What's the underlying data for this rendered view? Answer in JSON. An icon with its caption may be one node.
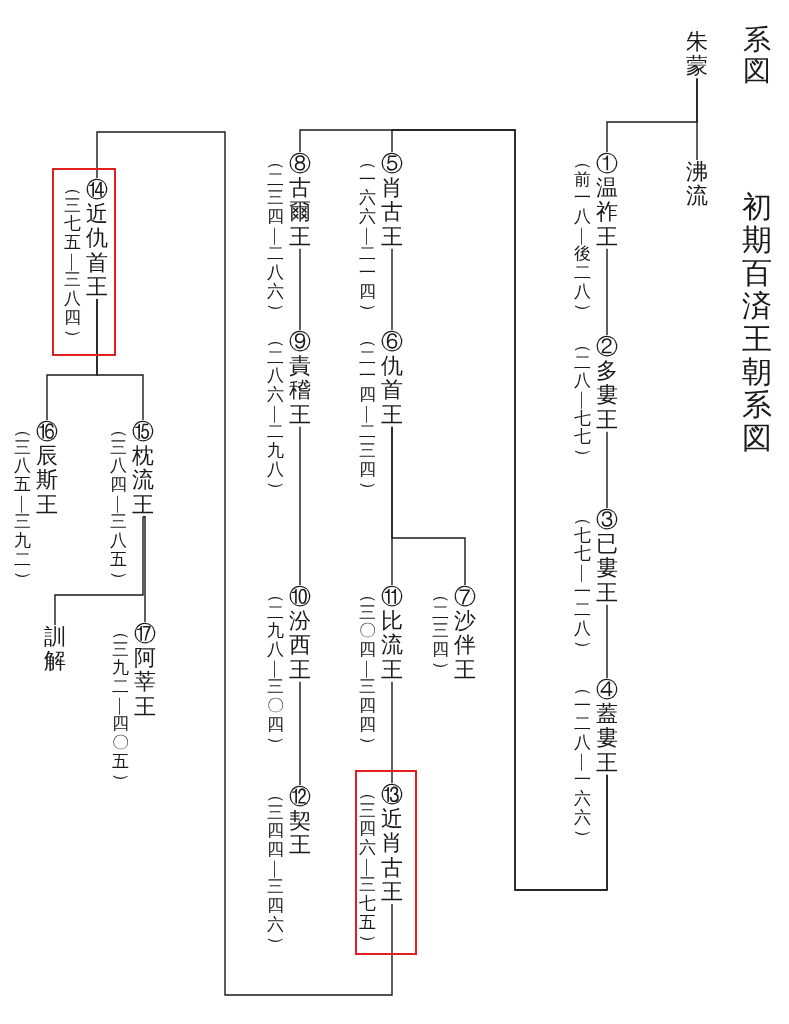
{
  "diagram": {
    "title": "初期百済王朝系図",
    "nodes": [
      {
        "text": [
          "朱蒙"
        ]
      },
      {
        "text": [
          "沸流"
        ]
      },
      {
        "text": [
          "①温祚王"
        ],
        "beside": [
          "（前一八—後二八）"
        ]
      },
      {
        "text": [
          "②多婁王"
        ],
        "beside": [
          "（二八—七七）"
        ]
      },
      {
        "text": [
          "③已婁王"
        ],
        "beside": [
          "（七七—一二八）"
        ]
      },
      {
        "text": [
          "④蓋婁王"
        ],
        "beside": [
          "（一二八—一六六）"
        ]
      },
      {
        "text": [
          "⑤肖古王"
        ],
        "beside": [
          "（一六六—二一四）"
        ]
      },
      {
        "text": [
          "⑥仇首王"
        ],
        "beside": [
          "（二一四—二三四）"
        ]
      },
      {
        "text": [
          "⑦沙伴王"
        ],
        "beside": [
          "（二三四）"
        ]
      },
      {
        "text": [
          "⑪比流王"
        ],
        "beside": [
          "（三〇四—三四四）"
        ]
      },
      {
        "text": [],
        "shape": "box"
      },
      {
        "text": [
          "⑬近肖古王"
        ],
        "beside": [
          "（三四六—三七五）"
        ],
        "in": 10
      },
      {
        "text": [
          "⑧古爾王"
        ],
        "beside": [
          "（二三四—二八六）"
        ]
      },
      {
        "text": [
          "⑨責稽王"
        ],
        "beside": [
          "（二八六—二九八）"
        ]
      },
      {
        "text": [
          "⑩汾西王"
        ],
        "beside": [
          "（二九八—三〇四）"
        ]
      },
      {
        "text": [
          "⑫契王"
        ],
        "beside": [
          "（三四四—三四六）"
        ]
      },
      {
        "text": [],
        "shape": "box"
      },
      {
        "text": [
          "⑭近仇首王"
        ],
        "beside": [
          "（三七五—三八四）"
        ],
        "in": 16
      },
      {
        "text": [
          "⑮枕流王"
        ],
        "beside": [
          "（三八四—三八五）"
        ]
      },
      {
        "text": [
          "⑯辰斯王"
        ],
        "beside": [
          "（三八五—三九二）"
        ]
      },
      {
        "text": [
          "⑰阿莘王"
        ],
        "beside": [
          "（三九二—四〇五）"
        ]
      },
      {
        "text": [
          "訓解"
        ]
      }
    ],
    "edges": [
      {
        "from": 0,
        "to": 1,
        "arrow": "none"
      },
      {
        "from": 0,
        "to": 2,
        "arrow": "none"
      },
      {
        "from": 2,
        "to": 3,
        "arrow": "none"
      },
      {
        "from": 3,
        "to": 4,
        "arrow": "none"
      },
      {
        "from": 4,
        "to": 5,
        "arrow": "none"
      },
      {
        "from": 5,
        "to": 6,
        "arrow": "none"
      },
      {
        "from": 5,
        "to": 12,
        "arrow": "none"
      },
      {
        "from": 6,
        "to": 7,
        "arrow": "none"
      },
      {
        "from": 7,
        "to": 9,
        "arrow": "none"
      },
      {
        "from": 7,
        "to": 8,
        "arrow": "none"
      },
      {
        "from": 9,
        "to": 11,
        "arrow": "none"
      },
      {
        "from": 12,
        "to": 13,
        "arrow": "none"
      },
      {
        "from": 13,
        "to": 14,
        "arrow": "none"
      },
      {
        "from": 14,
        "to": 15,
        "arrow": "none"
      },
      {
        "from": 11,
        "to": 17,
        "arrow": "none"
      },
      {
        "from": 17,
        "to": 18,
        "arrow": "none"
      },
      {
        "from": 17,
        "to": 19,
        "arrow": "none"
      },
      {
        "from": 18,
        "to": 20,
        "arrow": "none"
      },
      {
        "from": 18,
        "to": 21,
        "arrow": "none"
      }
    ],
    "labels": [
      "系図"
    ]
  }
}
